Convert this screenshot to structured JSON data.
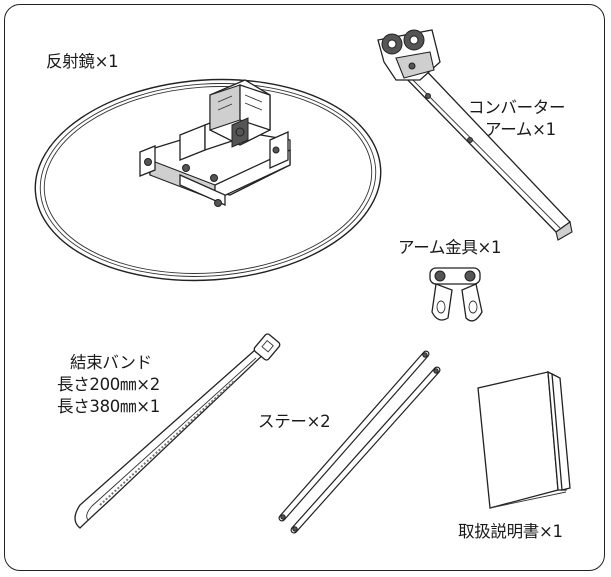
{
  "items": {
    "reflector": "反射鏡×1",
    "converter_arm_line1": "コンバーター",
    "converter_arm_line2": "アーム×1",
    "arm_bracket": "アーム金具×1",
    "cable_tie_title": "結束バンド",
    "cable_tie_200": "長さ200㎜×2",
    "cable_tie_380": "長さ380㎜×1",
    "stay": "ステー×2",
    "manual": "取扱説明書×1"
  }
}
